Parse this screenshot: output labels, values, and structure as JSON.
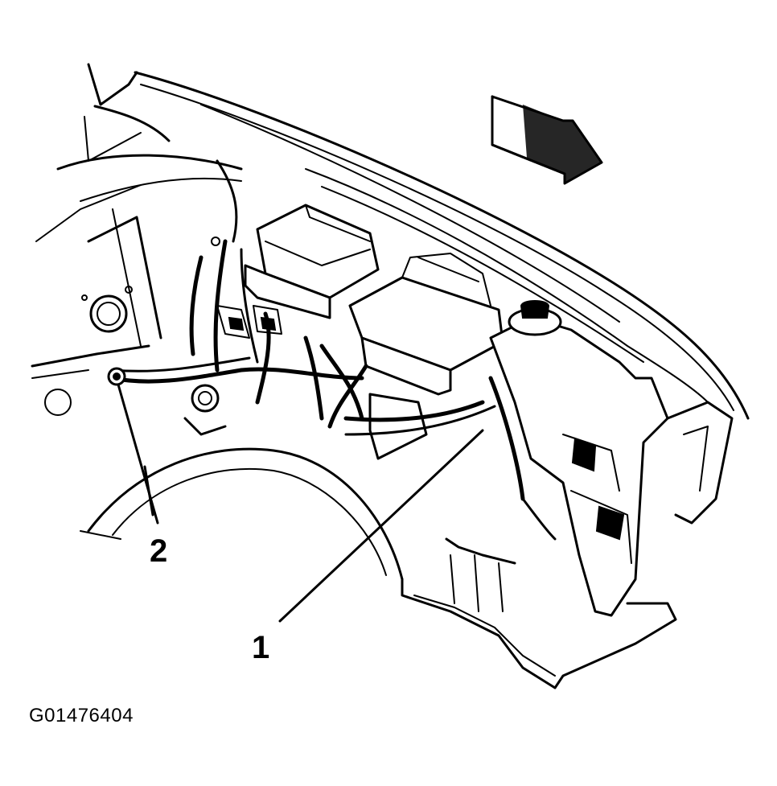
{
  "figure": {
    "id_text": "G01476404"
  },
  "callouts": [
    {
      "number": "1",
      "label": "1"
    },
    {
      "number": "2",
      "label": "2"
    }
  ],
  "colors": {
    "line": "#000000",
    "background": "#ffffff"
  },
  "icons": {
    "direction_arrow": "front-direction-arrow-icon"
  }
}
